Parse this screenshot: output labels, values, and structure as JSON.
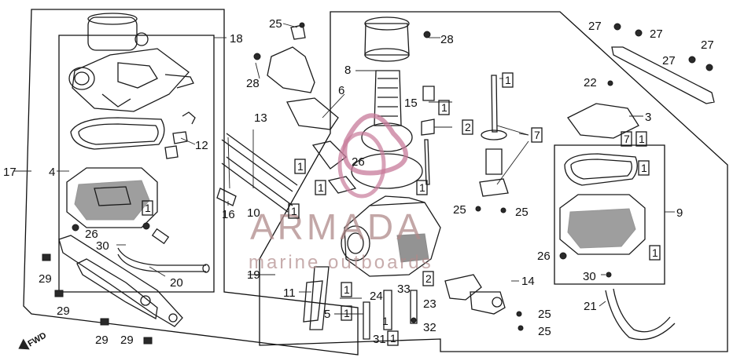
{
  "watermark": {
    "title": "ARMADA",
    "subtitle": "marine outboards",
    "color": "#c77a9a"
  },
  "fwd_label": "FWD",
  "labels": {
    "l1a": "1",
    "l1b": "1",
    "l1c": "1",
    "l1d": "1",
    "l1e": "1",
    "l1f": "1",
    "l1g": "1",
    "l1h": "1",
    "l1i": "1",
    "l1j": "1",
    "l1k": "1",
    "l1l": "1",
    "l1m": "1",
    "l1n": "1",
    "l2a": "2",
    "l2b": "2",
    "l3": "3",
    "l4": "4",
    "l5": "5",
    "l6": "6",
    "l7a": "7",
    "l7b": "7",
    "l8": "8",
    "l9": "9",
    "l10": "10",
    "l11": "11",
    "l12": "12",
    "l13": "13",
    "l14": "14",
    "l15": "15",
    "l16": "16",
    "l17": "17",
    "l18": "18",
    "l19": "19",
    "l20": "20",
    "l21": "21",
    "l22": "22",
    "l23": "23",
    "l24": "24",
    "l25a": "25",
    "l25b": "25",
    "l25c": "25",
    "l25d": "25",
    "l25e": "25",
    "l26a": "26",
    "l26b": "26",
    "l26c": "26",
    "l27a": "27",
    "l27b": "27",
    "l27c": "27",
    "l27d": "27",
    "l28a": "28",
    "l28b": "28",
    "l29a": "29",
    "l29b": "29",
    "l29c": "29",
    "l29d": "29",
    "l30a": "30",
    "l30b": "30",
    "l31": "31",
    "l32": "32",
    "l33": "33"
  }
}
